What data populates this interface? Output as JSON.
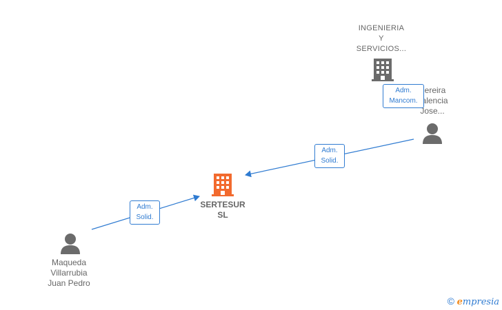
{
  "nodes": {
    "ingenieria": {
      "label": "INGENIERIA\nY\nSERVICIOS..."
    },
    "pereira": {
      "label": "Pereira\nValencia\nJose..."
    },
    "sertesur": {
      "label": "SERTESUR\nSL"
    },
    "maqueda": {
      "label": "Maqueda\nVillarrubia\nJuan Pedro"
    }
  },
  "edges": {
    "pereira_to_sertesur": {
      "label": "Adm.\nSolid."
    },
    "maqueda_to_sertesur": {
      "label": "Adm.\nSolid."
    },
    "pereira_to_ingenieria": {
      "label": "Adm.\nMancom."
    }
  },
  "footer": {
    "copyright": "©",
    "brand_initial": "e",
    "brand_rest": "mpresia"
  },
  "colors": {
    "edge": "#2f7bd1",
    "main_company": "#f26a2e",
    "company": "#6b6b6b",
    "person": "#6b6b6b"
  }
}
